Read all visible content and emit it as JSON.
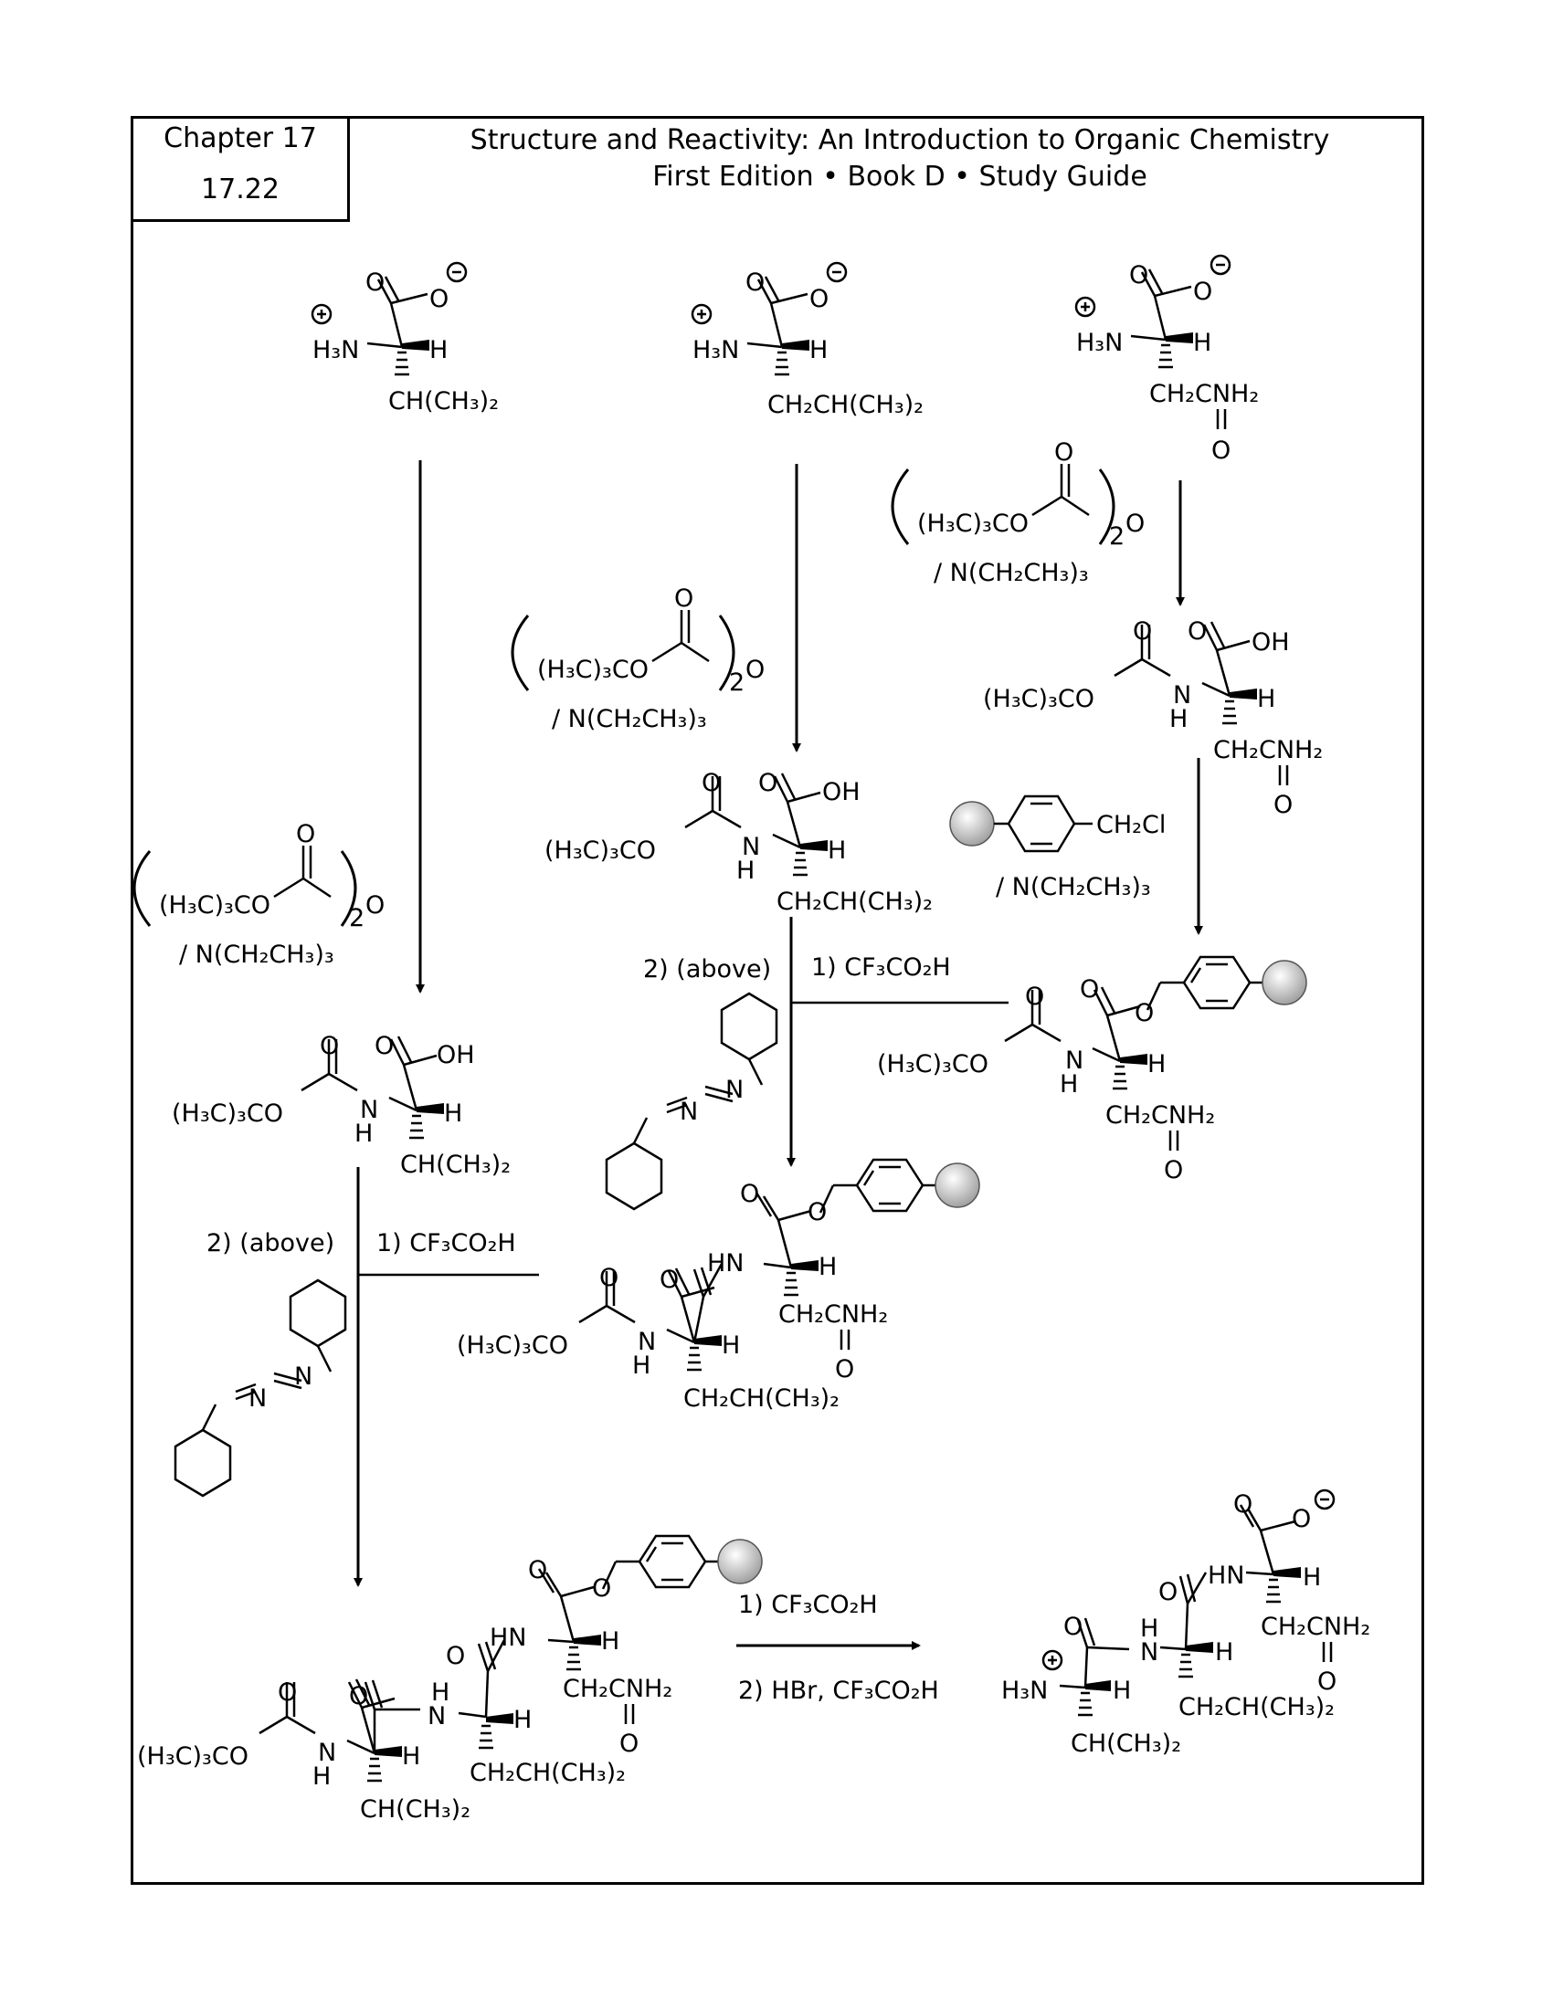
{
  "header": {
    "chapter": "Chapter 17",
    "problem": "17.22",
    "title": "Structure and Reactivity: An Introduction to Organic Chemistry",
    "subtitle": "First Edition • Book D • Study Guide"
  },
  "labels": {
    "h3n": "H₃N",
    "h": "H",
    "o": "O",
    "oh": "OH",
    "hn": "HN",
    "n": "N",
    "boc": "(H₃C)₃CO",
    "o2": "O",
    "sub2": "2",
    "val_side": "CH(CH₃)₂",
    "leu_side": "CH₂CH(CH₃)₂",
    "gln_side": "CH₂CNH₂",
    "base": "/ N(CH₂CH₃)₃",
    "benzyl_cl": "CH₂Cl",
    "step1_tfa": "1) CF₃CO₂H",
    "step2_above": "2) (above)",
    "step2_hbr": "2) HBr, CF₃CO₂H",
    "plus": "+",
    "minus": "−"
  }
}
